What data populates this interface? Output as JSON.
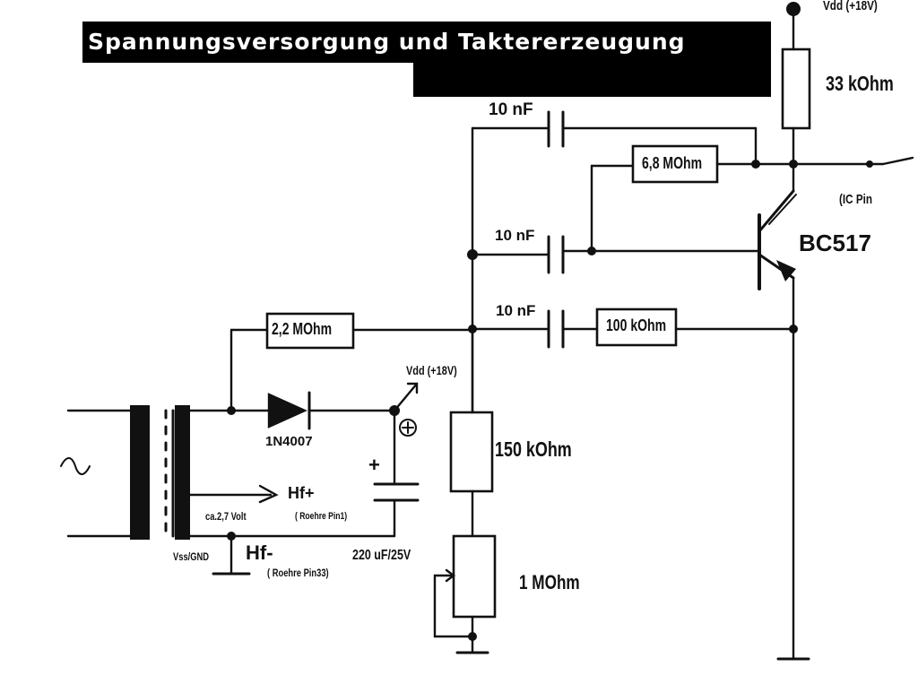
{
  "title": "Spannungsversorgung und Taktererzeugung",
  "labels": {
    "vdd_top": "Vdd (+18V)",
    "r_33k": "33 kOhm",
    "c1": "10 nF",
    "r_6m8": "6,8 MOhm",
    "ic_pin": "(IC Pin",
    "c2": "10 nF",
    "transistor": "BC517",
    "c3": "10 nF",
    "r_100k": "100 kOhm",
    "r_2m2": "2,2 MOhm",
    "vdd_mid": "Vdd (+18V)",
    "diode": "1N4007",
    "r_150k": "150 kOhm",
    "hf_plus": "Hf+",
    "roehre_pin1": "( Roehre Pin1)",
    "voltage": "ca.2,7 Volt",
    "vss": "Vss/GND",
    "hf_minus": "Hf-",
    "roehre_pin33": "( Roehre Pin33)",
    "cap_elko": "220 uF/25V",
    "pot_1m": "1 MOhm",
    "plus_sign": "+",
    "ac_symbol": "~"
  }
}
